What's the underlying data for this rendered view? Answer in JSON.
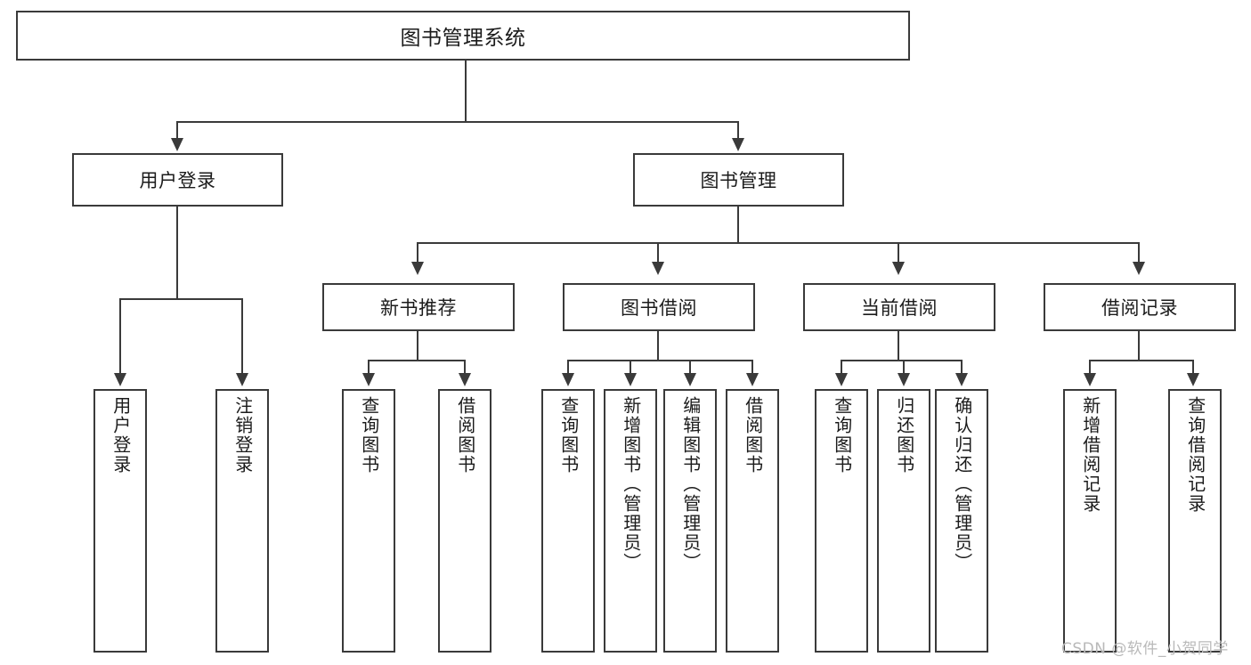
{
  "diagram": {
    "type": "tree-hierarchy",
    "title": "图书管理系统",
    "root": {
      "id": "root",
      "label": "图书管理系统",
      "orientation": "horizontal"
    },
    "level1": [
      {
        "id": "user-login",
        "label": "用户登录",
        "orientation": "horizontal"
      },
      {
        "id": "book-manage",
        "label": "图书管理",
        "orientation": "horizontal"
      }
    ],
    "level2": [
      {
        "id": "new-book-recommend",
        "label": "新书推荐",
        "orientation": "horizontal",
        "parent": "book-manage"
      },
      {
        "id": "book-borrow",
        "label": "图书借阅",
        "orientation": "horizontal",
        "parent": "book-manage"
      },
      {
        "id": "current-borrow",
        "label": "当前借阅",
        "orientation": "horizontal",
        "parent": "book-manage"
      },
      {
        "id": "borrow-record",
        "label": "借阅记录",
        "orientation": "horizontal",
        "parent": "book-manage"
      }
    ],
    "leaves": [
      {
        "id": "leaf-user-login",
        "label": "用户登录",
        "parent": "user-login",
        "orientation": "vertical"
      },
      {
        "id": "leaf-user-logout",
        "label": "注销登录",
        "parent": "user-login",
        "orientation": "vertical"
      },
      {
        "id": "leaf-query-book-1",
        "label": "查询图书",
        "parent": "new-book-recommend",
        "orientation": "vertical"
      },
      {
        "id": "leaf-borrow-book-1",
        "label": "借阅图书",
        "parent": "new-book-recommend",
        "orientation": "vertical"
      },
      {
        "id": "leaf-query-book-2",
        "label": "查询图书",
        "parent": "book-borrow",
        "orientation": "vertical"
      },
      {
        "id": "leaf-add-book",
        "label": "新增图书（管理员）",
        "parent": "book-borrow",
        "orientation": "vertical"
      },
      {
        "id": "leaf-edit-book",
        "label": "编辑图书（管理员）",
        "parent": "book-borrow",
        "orientation": "vertical"
      },
      {
        "id": "leaf-borrow-book-2",
        "label": "借阅图书",
        "parent": "book-borrow",
        "orientation": "vertical"
      },
      {
        "id": "leaf-query-book-3",
        "label": "查询图书",
        "parent": "current-borrow",
        "orientation": "vertical"
      },
      {
        "id": "leaf-return-book",
        "label": "归还图书",
        "parent": "current-borrow",
        "orientation": "vertical"
      },
      {
        "id": "leaf-confirm-return",
        "label": "确认归还（管理员）",
        "parent": "current-borrow",
        "orientation": "vertical"
      },
      {
        "id": "leaf-add-record",
        "label": "新增借阅记录",
        "parent": "borrow-record",
        "orientation": "vertical"
      },
      {
        "id": "leaf-query-record",
        "label": "查询借阅记录",
        "parent": "borrow-record",
        "orientation": "vertical"
      }
    ],
    "colors": {
      "stroke": "#3a3a3a",
      "text": "#1b1b1b",
      "background": "#ffffff",
      "watermark": "#b9b9b9"
    }
  },
  "watermark": {
    "text": "CSDN @软件_小贺同学"
  }
}
